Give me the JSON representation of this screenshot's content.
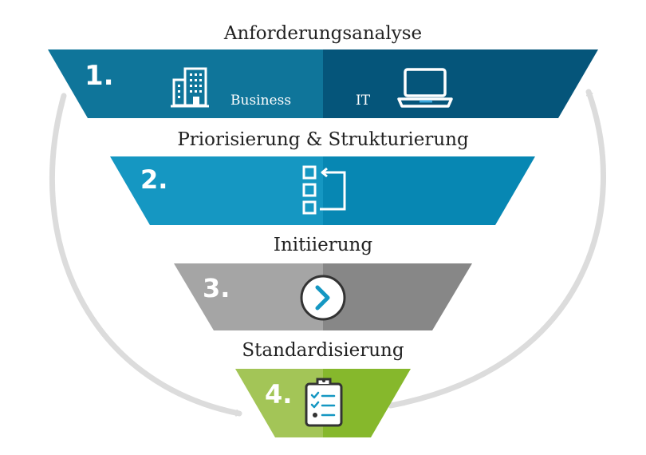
{
  "stages": [
    {
      "number": "1.",
      "title": "Anforderungsanalyse",
      "sub_left": "Business",
      "sub_right": "IT",
      "colors": {
        "left": "#0f759a",
        "right": "#05557a"
      },
      "icons": [
        "building-icon",
        "laptop-icon"
      ]
    },
    {
      "number": "2.",
      "title": "Priorisierung & Strukturierung",
      "colors": {
        "left": "#1597c2",
        "right": "#0787b3"
      },
      "icons": [
        "reorder-list-icon"
      ]
    },
    {
      "number": "3.",
      "title": "Initiierung",
      "colors": {
        "left": "#a5a5a5",
        "right": "#878787"
      },
      "icons": [
        "play-circle-icon"
      ]
    },
    {
      "number": "4.",
      "title": "Standardisierung",
      "colors": {
        "left": "#a3c557",
        "right": "#86b82c"
      },
      "icons": [
        "clipboard-checklist-icon"
      ]
    }
  ],
  "cycle_arrow_color": "#dcdcdc"
}
